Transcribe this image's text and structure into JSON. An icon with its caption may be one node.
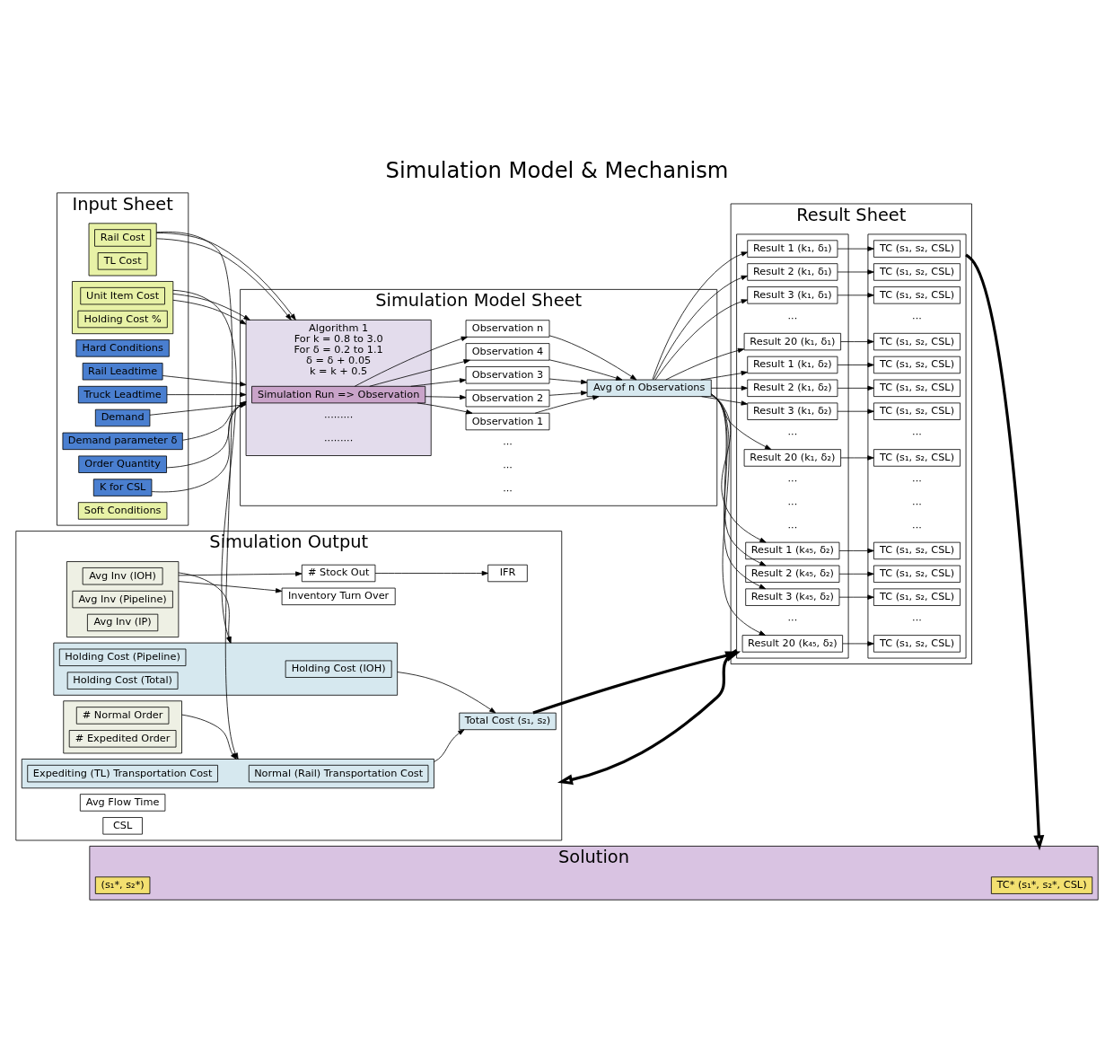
{
  "diagram": {
    "title": "Simulation Model & Mechanism",
    "nodes": [
      {
        "text": [
          "Input Sheet"
        ]
      },
      {
        "text": [
          "Hard Conditions"
        ],
        "in": 0
      },
      {
        "text": [
          "Rail Leadtime"
        ],
        "in": 0
      },
      {
        "text": [
          "Truck Leadtime"
        ],
        "in": 0
      },
      {
        "text": [
          "Demand"
        ],
        "in": 0
      },
      {
        "text": [
          "Demand parameter δ"
        ],
        "in": 0
      },
      {
        "text": [
          "Order Quantity"
        ],
        "in": 0
      },
      {
        "text": [
          "K for CSL"
        ],
        "in": 0
      },
      {
        "text": [
          "Soft Conditions"
        ],
        "in": 0
      },
      {
        "text": [],
        "shape": "box",
        "in": 0
      },
      {
        "text": [
          "Rail Cost"
        ],
        "in": 9
      },
      {
        "text": [
          "TL Cost"
        ],
        "in": 9
      },
      {
        "text": [],
        "shape": "box",
        "in": 0
      },
      {
        "text": [
          "Unit Item Cost"
        ],
        "in": 12
      },
      {
        "text": [
          "Holding Cost %"
        ],
        "in": 12
      },
      {
        "text": [
          "Simulation Model Sheet"
        ]
      },
      {
        "text": [
          "Algorithm 1",
          "For k = 0.8 to 3.0",
          "For δ = 0.2 to 1.1",
          "δ = δ + 0.05",
          "k = k + 0.5"
        ],
        "in": 15
      },
      {
        "text": [
          "Simulation Run => Observation"
        ],
        "in": 16
      },
      {
        "text": [
          "Avg of n Observations"
        ],
        "in": 15
      },
      {
        "text": [
          "Observation 1"
        ],
        "in": 15
      },
      {
        "text": [
          "Observation 2"
        ],
        "in": 15
      },
      {
        "text": [
          "Observation 3"
        ],
        "in": 15
      },
      {
        "text": [
          "Observation 4"
        ],
        "in": 15
      },
      {
        "text": [
          "Observation n"
        ],
        "in": 15
      },
      {
        "text": [
          "Result Sheet"
        ]
      },
      {
        "text": [],
        "shape": "box",
        "in": 24
      },
      {
        "text": [
          "Result 1 (k₁, δ₁)"
        ],
        "in": 25
      },
      {
        "text": [
          "Result 2 (k₁, δ₁)"
        ],
        "in": 25
      },
      {
        "text": [
          "Result 3 (k₁, δ₁)"
        ],
        "in": 25
      },
      {
        "text": [
          "Result 20 (k₁, δ₁)"
        ],
        "in": 25
      },
      {
        "text": [
          "Result 1 (k₁, δ₂)"
        ],
        "in": 25
      },
      {
        "text": [
          "Result 2 (k₁, δ₂)"
        ],
        "in": 25
      },
      {
        "text": [
          "Result 3 (k₁, δ₂)"
        ],
        "in": 25
      },
      {
        "text": [
          "Result 20 (k₁, δ₂)"
        ],
        "in": 25
      },
      {
        "text": [
          "Result 1 (k₄₅, δ₂)"
        ],
        "in": 25
      },
      {
        "text": [
          "Result 2 (k₄₅, δ₂)"
        ],
        "in": 25
      },
      {
        "text": [
          "Result 3 (k₄₅, δ₂)"
        ],
        "in": 25
      },
      {
        "text": [
          "Result 20 (k₄₅, δ₂)"
        ],
        "in": 25
      },
      {
        "text": [],
        "shape": "box",
        "in": 24
      },
      {
        "text": [
          "TC (s₁, s₂, CSL)"
        ],
        "in": 38
      },
      {
        "text": [
          "TC (s₁, s₂, CSL)"
        ],
        "in": 38
      },
      {
        "text": [
          "TC (s₁, s₂, CSL)"
        ],
        "in": 38
      },
      {
        "text": [
          "TC (s₁, s₂, CSL)"
        ],
        "in": 38
      },
      {
        "text": [
          "TC (s₁, s₂, CSL)"
        ],
        "in": 38
      },
      {
        "text": [
          "TC (s₁, s₂, CSL)"
        ],
        "in": 38
      },
      {
        "text": [
          "TC (s₁, s₂, CSL)"
        ],
        "in": 38
      },
      {
        "text": [
          "TC (s₁, s₂, CSL)"
        ],
        "in": 38
      },
      {
        "text": [
          "TC (s₁, s₂, CSL)"
        ],
        "in": 38
      },
      {
        "text": [
          "TC (s₁, s₂, CSL)"
        ],
        "in": 38
      },
      {
        "text": [
          "TC (s₁, s₂, CSL)"
        ],
        "in": 38
      },
      {
        "text": [
          "TC (s₁, s₂, CSL)"
        ],
        "in": 38
      },
      {
        "text": [
          "Simulation Output"
        ]
      },
      {
        "text": [
          "Avg Flow Time"
        ],
        "in": 51
      },
      {
        "text": [
          "Inventory Turn Over"
        ],
        "in": 51
      },
      {
        "text": [
          "CSL"
        ],
        "in": 51
      },
      {
        "text": [
          "IFR"
        ],
        "in": 51
      },
      {
        "text": [
          "# Stock Out"
        ],
        "in": 51
      },
      {
        "text": [
          "Total Cost (s₁, s₂)"
        ],
        "in": 51
      },
      {
        "text": [],
        "shape": "box",
        "in": 51
      },
      {
        "text": [
          "Avg Inv (IOH)"
        ],
        "in": 58
      },
      {
        "text": [
          "Avg Inv (Pipeline)"
        ],
        "in": 58
      },
      {
        "text": [
          "Avg Inv (IP)"
        ],
        "in": 58
      },
      {
        "text": [],
        "shape": "box",
        "in": 51
      },
      {
        "text": [
          "Holding Cost (IOH)"
        ],
        "in": 62
      },
      {
        "text": [
          "Holding Cost (Pipeline)"
        ],
        "in": 62
      },
      {
        "text": [
          "Holding Cost (Total)"
        ],
        "in": 62
      },
      {
        "text": [],
        "shape": "box",
        "in": 51
      },
      {
        "text": [
          "# Normal Order"
        ],
        "in": 66
      },
      {
        "text": [
          "# Expedited Order"
        ],
        "in": 66
      },
      {
        "text": [],
        "shape": "box",
        "in": 51
      },
      {
        "text": [
          "Normal (Rail) Transportation Cost"
        ],
        "in": 69
      },
      {
        "text": [
          "Expediting (TL) Transportation Cost"
        ],
        "in": 69
      },
      {
        "text": [
          "Solution"
        ]
      },
      {
        "text": [
          "TC* (s₁*, s₂*, CSL)"
        ],
        "in": 72
      },
      {
        "text": [
          "(s₁*, s₂*)"
        ],
        "in": 72
      }
    ],
    "edges": [
      {
        "from": 2,
        "to": 16,
        "arrow": "to"
      },
      {
        "from": 3,
        "to": 16,
        "arrow": "to"
      },
      {
        "from": 4,
        "to": 16,
        "arrow": "to"
      },
      {
        "from": 5,
        "to": 16,
        "arrow": "to"
      },
      {
        "from": 6,
        "to": 16,
        "arrow": "to"
      },
      {
        "from": 7,
        "to": 16,
        "arrow": "to"
      },
      {
        "from": 9,
        "to": 16,
        "arrow": "to"
      },
      {
        "from": 9,
        "to": 16,
        "arrow": "to"
      },
      {
        "from": 12,
        "to": 16,
        "arrow": "to"
      },
      {
        "from": 12,
        "to": 16,
        "arrow": "to"
      },
      {
        "from": 9,
        "to": 69,
        "arrow": "to"
      },
      {
        "from": 12,
        "to": 62,
        "arrow": "to"
      },
      {
        "from": 17,
        "to": 19,
        "arrow": "to"
      },
      {
        "from": 17,
        "to": 20,
        "arrow": "to"
      },
      {
        "from": 17,
        "to": 21,
        "arrow": "to"
      },
      {
        "from": 17,
        "to": 22,
        "arrow": "to"
      },
      {
        "from": 17,
        "to": 23,
        "arrow": "to"
      },
      {
        "from": 19,
        "to": 18,
        "arrow": "to"
      },
      {
        "from": 20,
        "to": 18,
        "arrow": "to"
      },
      {
        "from": 21,
        "to": 18,
        "arrow": "to"
      },
      {
        "from": 22,
        "to": 18,
        "arrow": "to"
      },
      {
        "from": 23,
        "to": 18,
        "arrow": "to"
      },
      {
        "from": 18,
        "to": 26,
        "arrow": "to"
      },
      {
        "from": 18,
        "to": 27,
        "arrow": "to"
      },
      {
        "from": 18,
        "to": 28,
        "arrow": "to"
      },
      {
        "from": 18,
        "to": 29,
        "arrow": "to"
      },
      {
        "from": 18,
        "to": 30,
        "arrow": "to"
      },
      {
        "from": 18,
        "to": 31,
        "arrow": "to"
      },
      {
        "from": 18,
        "to": 32,
        "arrow": "to"
      },
      {
        "from": 18,
        "to": 33,
        "arrow": "to"
      },
      {
        "from": 18,
        "to": 34,
        "arrow": "to"
      },
      {
        "from": 18,
        "to": 35,
        "arrow": "to"
      },
      {
        "from": 18,
        "to": 36,
        "arrow": "to"
      },
      {
        "from": 18,
        "to": 37,
        "arrow": "to"
      },
      {
        "from": 26,
        "to": 39,
        "arrow": "to"
      },
      {
        "from": 27,
        "to": 40,
        "arrow": "to"
      },
      {
        "from": 28,
        "to": 41,
        "arrow": "to"
      },
      {
        "from": 29,
        "to": 42,
        "arrow": "to"
      },
      {
        "from": 30,
        "to": 43,
        "arrow": "to"
      },
      {
        "from": 31,
        "to": 44,
        "arrow": "to"
      },
      {
        "from": 32,
        "to": 45,
        "arrow": "to"
      },
      {
        "from": 33,
        "to": 46,
        "arrow": "to"
      },
      {
        "from": 34,
        "to": 47,
        "arrow": "to"
      },
      {
        "from": 35,
        "to": 48,
        "arrow": "to"
      },
      {
        "from": 36,
        "to": 49,
        "arrow": "to"
      },
      {
        "from": 37,
        "to": 50,
        "arrow": "to"
      },
      {
        "from": 25,
        "to": 51,
        "arrow": "to",
        "style": "thick"
      },
      {
        "from": 57,
        "to": 25,
        "arrow": "to",
        "style": "thick"
      },
      {
        "from": 38,
        "to": 72,
        "arrow": "to",
        "style": "thick"
      },
      {
        "from": 58,
        "to": 53,
        "arrow": "to"
      },
      {
        "from": 58,
        "to": 56,
        "arrow": "to"
      },
      {
        "from": 56,
        "to": 55,
        "arrow": "to"
      },
      {
        "from": 58,
        "to": 62,
        "arrow": "to"
      },
      {
        "from": 66,
        "to": 69,
        "arrow": "to"
      },
      {
        "from": 62,
        "to": 57,
        "arrow": "to"
      },
      {
        "from": 69,
        "to": 57,
        "arrow": "to"
      }
    ],
    "labels": [
      "·········",
      "·········",
      "···",
      "···",
      "···",
      "···",
      "···",
      "···",
      "···",
      "···",
      "···",
      "···",
      "···",
      "···",
      "···",
      "···",
      "···"
    ]
  }
}
